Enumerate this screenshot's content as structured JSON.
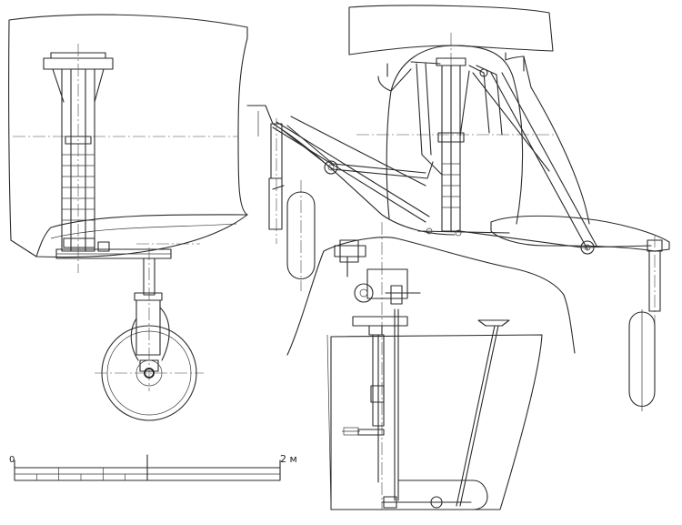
{
  "scale_bar": {
    "label_start": "0",
    "label_end": "2 м",
    "segments": 6
  },
  "colors": {
    "ink": "#2a2a2a",
    "paper": "#ffffff"
  }
}
